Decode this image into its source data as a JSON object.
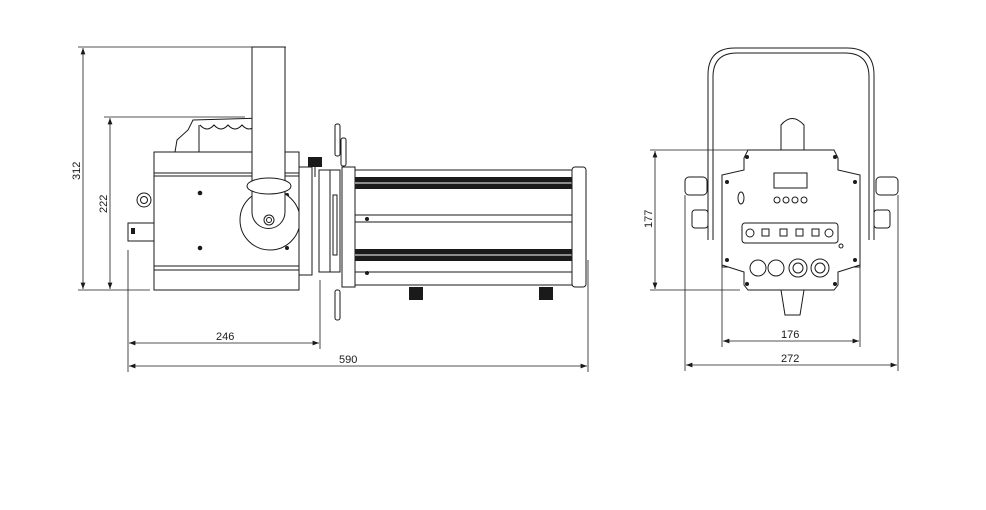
{
  "drawing": {
    "side_view": {
      "dimensions": {
        "total_height": "312",
        "body_height": "222",
        "body_length": "246",
        "total_length": "590"
      }
    },
    "rear_view": {
      "dimensions": {
        "panel_height": "177",
        "panel_width": "176",
        "total_width": "272"
      }
    }
  }
}
